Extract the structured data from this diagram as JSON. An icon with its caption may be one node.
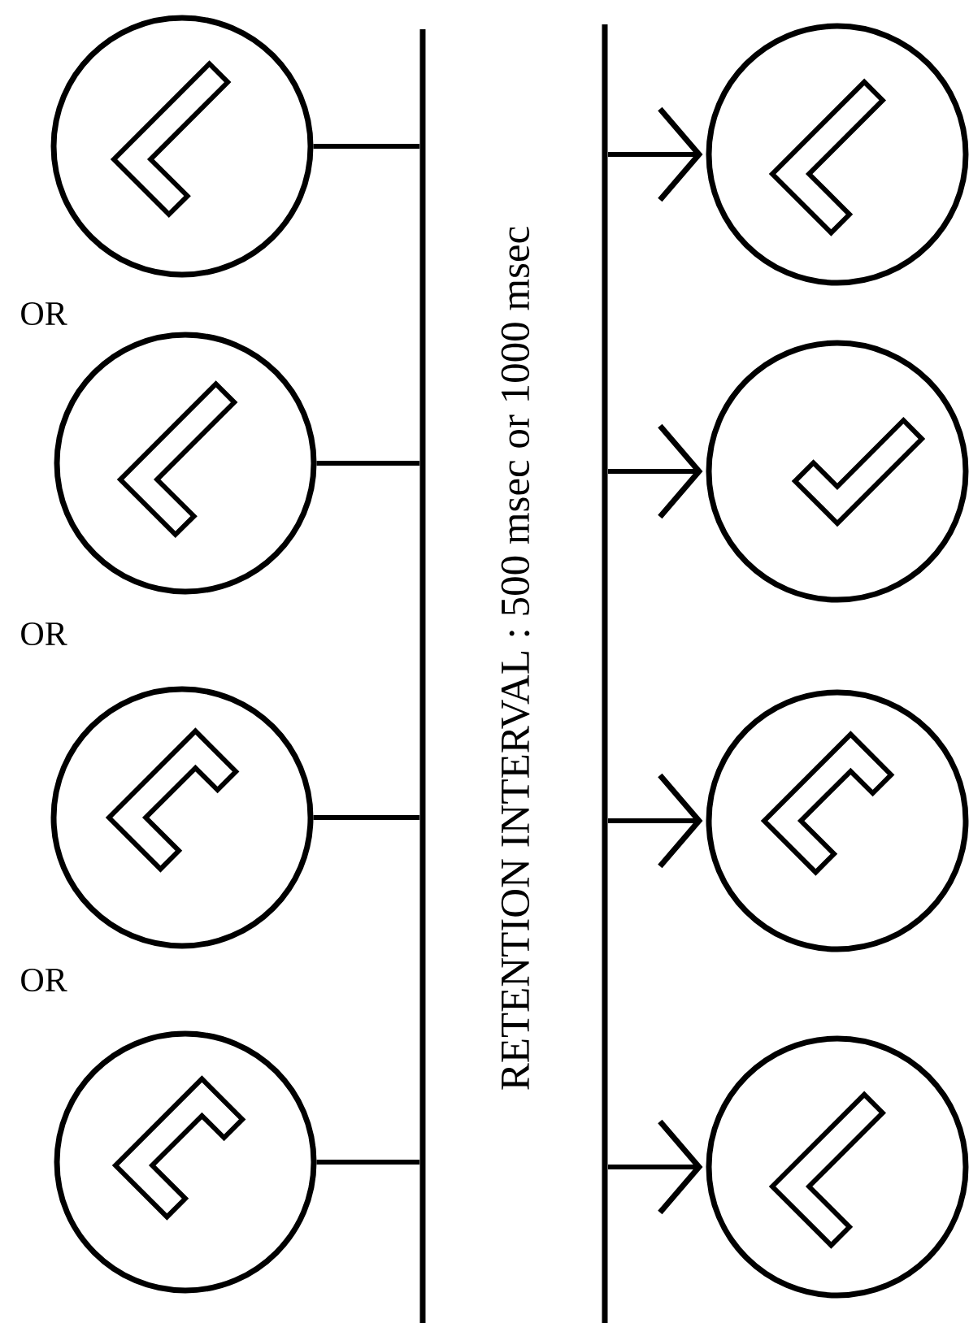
{
  "diagram": {
    "nodes": [
      {
        "text": [],
        "shape": "circle"
      },
      {
        "text": [],
        "shape": "circle"
      },
      {
        "text": [],
        "shape": "circle"
      },
      {
        "text": [],
        "shape": "circle"
      },
      {
        "text": [],
        "shape": "bar"
      },
      {
        "text": [],
        "shape": "bar"
      },
      {
        "text": [],
        "shape": "circle"
      },
      {
        "text": [],
        "shape": "circle"
      },
      {
        "text": [],
        "shape": "circle"
      },
      {
        "text": [],
        "shape": "circle"
      }
    ],
    "edges": [
      {
        "from": 0,
        "to": 4,
        "arrow": "none"
      },
      {
        "from": 1,
        "to": 4,
        "arrow": "none"
      },
      {
        "from": 2,
        "to": 4,
        "arrow": "none"
      },
      {
        "from": 3,
        "to": 4,
        "arrow": "none"
      },
      {
        "from": 5,
        "to": 6,
        "arrow": "to"
      },
      {
        "from": 5,
        "to": 7,
        "arrow": "to"
      },
      {
        "from": 5,
        "to": 8,
        "arrow": "to"
      },
      {
        "from": 5,
        "to": 9,
        "arrow": "to"
      }
    ],
    "labels": [
      "OR",
      "OR",
      "OR",
      "RETENTION INTERVAL : 500 msec or 1000 msec"
    ]
  }
}
